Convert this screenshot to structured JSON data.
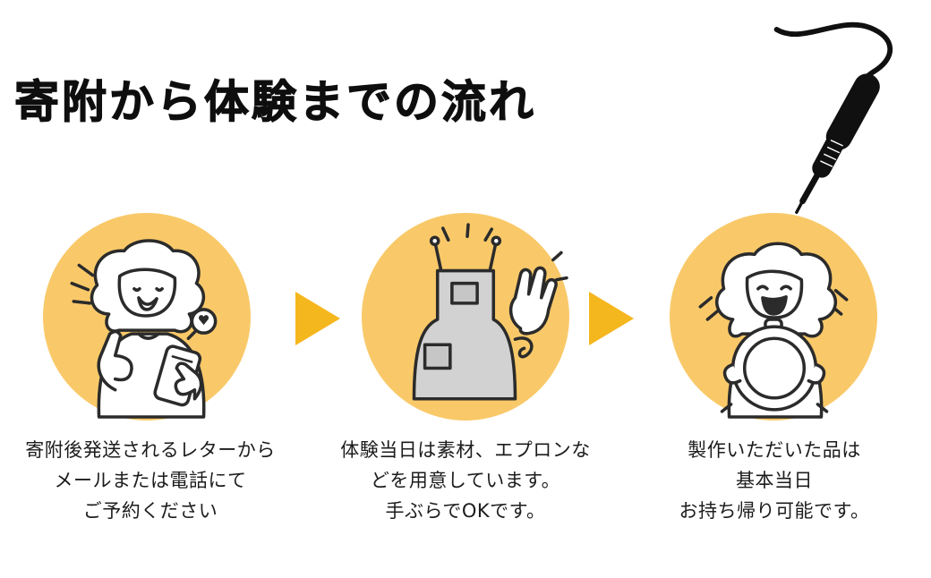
{
  "page": {
    "title": "寄附から体験までの流れ"
  },
  "colors": {
    "circle_fill": "#F9C969",
    "arrow_fill": "#F5B71E",
    "title_color": "#0E0E0E",
    "caption_color": "#1C1C1C",
    "apron_gray": "#D2D2D2",
    "ink": "#2B2B2B"
  },
  "steps": [
    {
      "id": 1,
      "illustration": "woman-checking-phone",
      "caption": "寄附後発送されるレターから\nメールまたは電話にて\nご予約ください"
    },
    {
      "id": 2,
      "illustration": "apron-and-glove",
      "caption": "体験当日は素材、エプロンな\nどを用意しています。\n手ぶらでOKです。"
    },
    {
      "id": 3,
      "illustration": "woman-holding-finished-piece",
      "caption": "製作いただいた品は\n基本当日\nお持ち帰り可能です。"
    }
  ],
  "decoration": {
    "top_right": "soldering-iron"
  }
}
